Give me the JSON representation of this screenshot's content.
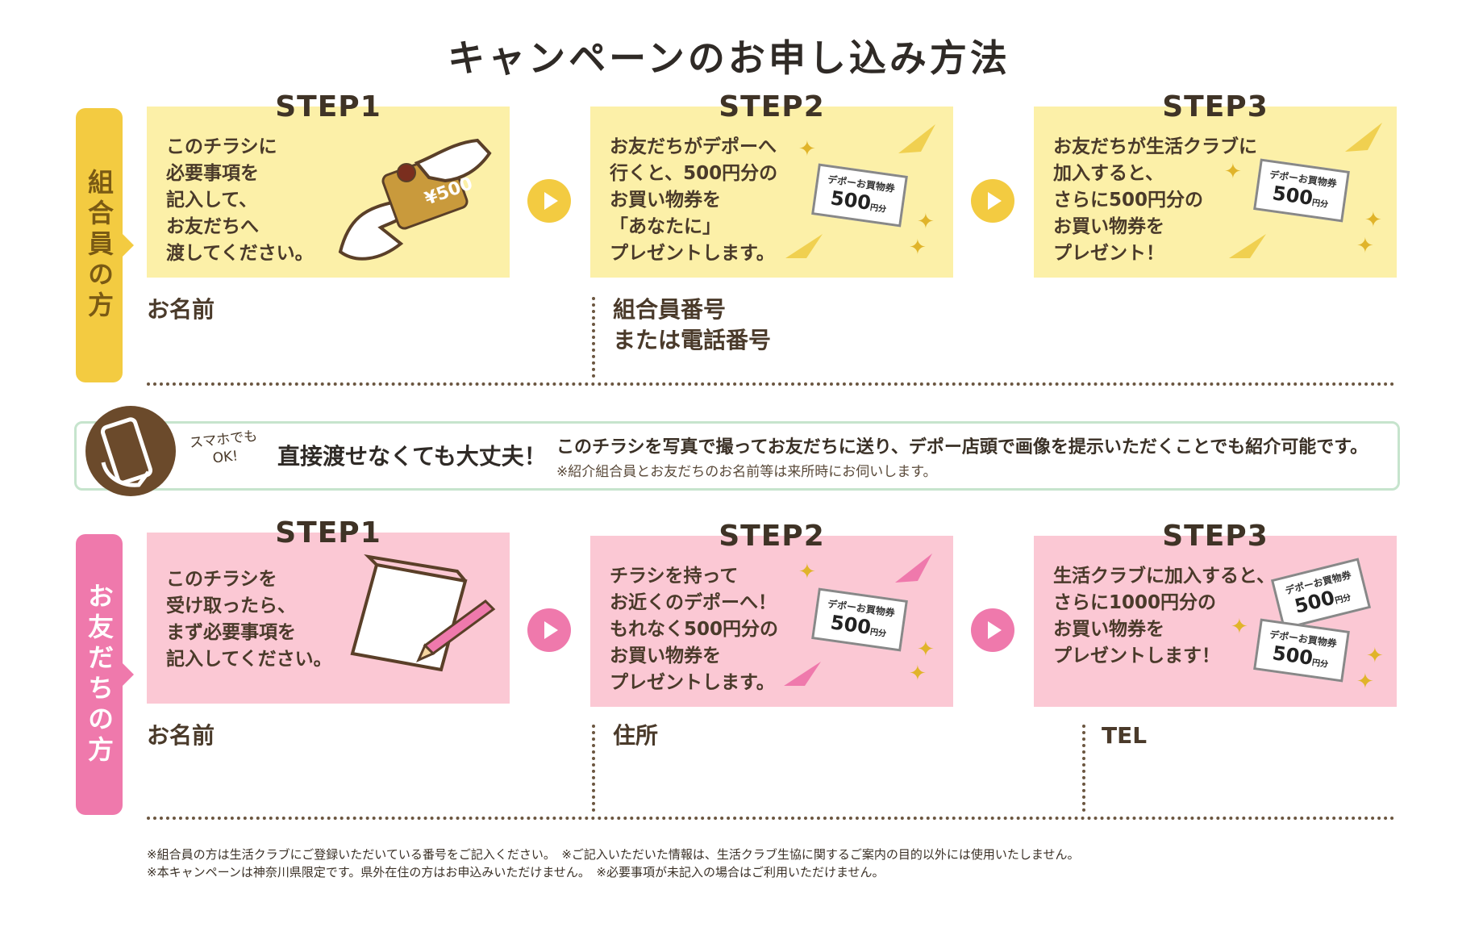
{
  "title": "キャンペーンのお申し込み方法",
  "member": {
    "label": "組合員の方",
    "steps": [
      {
        "title": "STEP1",
        "lines": [
          "このチラシに",
          "必要事項を",
          "記入して、",
          "お友だちへ",
          "渡してください。"
        ]
      },
      {
        "title": "STEP2",
        "lines": [
          "お友だちがデポーへ",
          "行くと、500円分の",
          "お買い物券を",
          "「あなたに」",
          "プレゼントします。"
        ]
      },
      {
        "title": "STEP3",
        "lines": [
          "お友だちが生活クラブに",
          "加入すると、",
          "さらに500円分の",
          "お買い物券を",
          "プレゼント！"
        ]
      }
    ],
    "fields": [
      "お名前",
      "組合員番号",
      "または電話番号"
    ]
  },
  "smartphone": {
    "ok_line1": "スマホでも",
    "ok_line2": "OK!",
    "headline": "直接渡せなくても大丈夫！",
    "message": "このチラシを写真で撮ってお友だちに送り、デポー店頭で画像を提示いただくことでも紹介可能です。",
    "note": "※紹介組合員とお友だちのお名前等は来所時にお伺いします。"
  },
  "friend": {
    "label": "お友だちの方",
    "steps": [
      {
        "title": "STEP1",
        "lines": [
          "このチラシを",
          "受け取ったら、",
          "まず必要事項を",
          "記入してください。"
        ]
      },
      {
        "title": "STEP2",
        "lines": [
          "チラシを持って",
          "お近くのデポーへ！",
          "もれなく500円分の",
          "お買い物券を",
          "プレゼントします。"
        ]
      },
      {
        "title": "STEP3",
        "lines": [
          "生活クラブに加入すると、",
          "さらに1000円分の",
          "お買い物券を",
          "プレゼントします！"
        ]
      }
    ],
    "fields": [
      "お名前",
      "住所",
      "TEL"
    ]
  },
  "voucher": {
    "label": "デポーお買物券",
    "amount": "500",
    "unit": "円分"
  },
  "card_amount": "¥500",
  "notes": [
    "※組合員の方は生活クラブにご登録いただいている番号をご記入ください。　※ご記入いただいた情報は、生活クラブ生協に関するご案内の目的以外には使用いたしません。",
    "※本キャンペーンは神奈川県限定です。県外在住の方はお申込みいただけません。　※必要事項が未記入の場合はご利用いただけません。"
  ],
  "colors": {
    "member": "#f3cb41",
    "member_panel": "#fcf0a8",
    "friend": "#ef79ac",
    "friend_panel": "#fbc8d4",
    "smart_border": "#c6e4cd"
  }
}
